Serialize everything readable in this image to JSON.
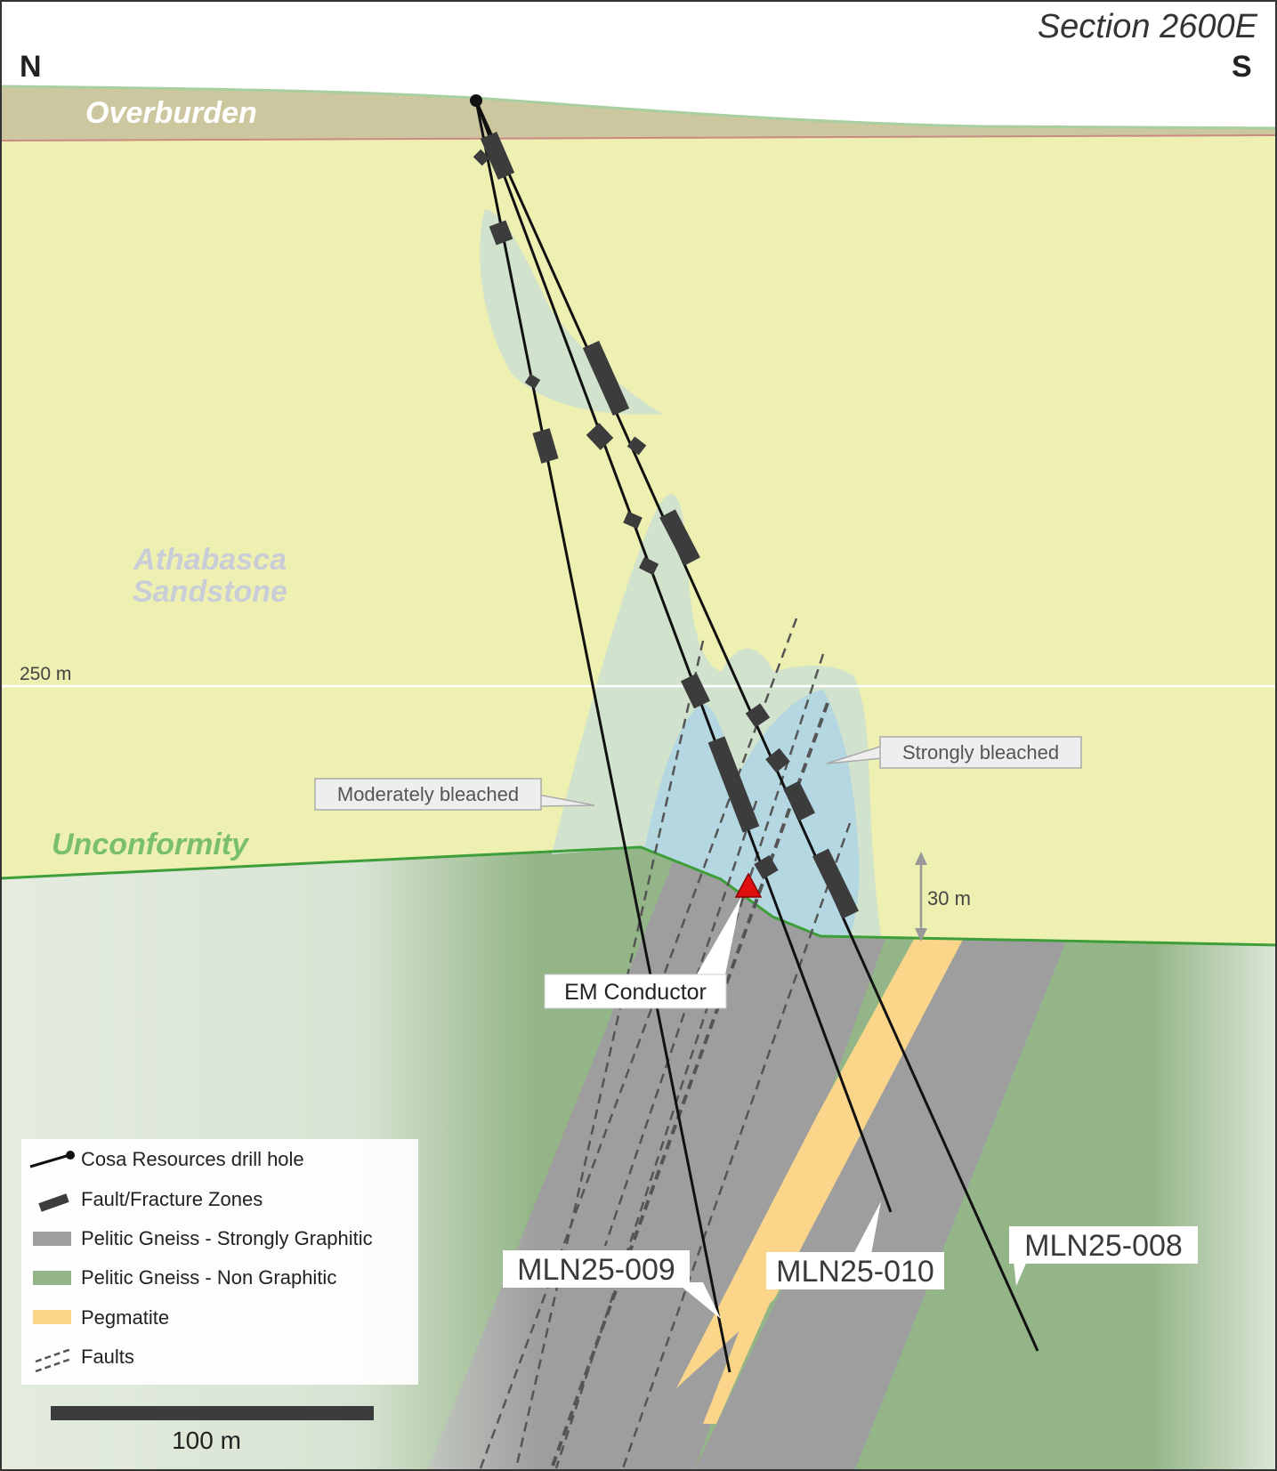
{
  "section_title": "Section 2600E",
  "compass": {
    "north": "N",
    "south": "S"
  },
  "depth_label": "250 m",
  "height_marker": "30 m",
  "units": {
    "overburden": "Overburden",
    "sandstone_line1": "Athabasca",
    "sandstone_line2": "Sandstone",
    "unconformity": "Unconformity"
  },
  "callouts": {
    "moderately_bleached": "Moderately bleached",
    "strongly_bleached": "Strongly bleached",
    "em_conductor": "EM Conductor"
  },
  "drill_holes": [
    "MLN25-009",
    "MLN25-010",
    "MLN25-008"
  ],
  "legend": {
    "items": [
      {
        "label": "Cosa Resources drill hole",
        "symbol": "drill-hole"
      },
      {
        "label": "Fault/Fracture Zones",
        "symbol": "fault-zone"
      },
      {
        "label": "Pelitic Gneiss - Strongly Graphitic",
        "symbol": "graphitic",
        "color": "#9e9e9e"
      },
      {
        "label": "Pelitic Gneiss - Non Graphitic",
        "symbol": "non-graphitic",
        "color": "#93b587"
      },
      {
        "label": "Pegmatite",
        "symbol": "pegmatite",
        "color": "#fad58a"
      },
      {
        "label": "Faults",
        "symbol": "faults"
      }
    ]
  },
  "scale_bar": "100 m",
  "colors": {
    "overburden": "#cdc79f",
    "sandstone": "#eef0b2",
    "basement": "#93b587",
    "graphitic": "#9e9e9e",
    "pegmatite": "#fad58a",
    "moderate_bleach": "#cfe2cd",
    "strong_bleach": "#b3d6e3",
    "unconformity_line": "#3e9e3a",
    "em_conductor": "#e01010"
  }
}
